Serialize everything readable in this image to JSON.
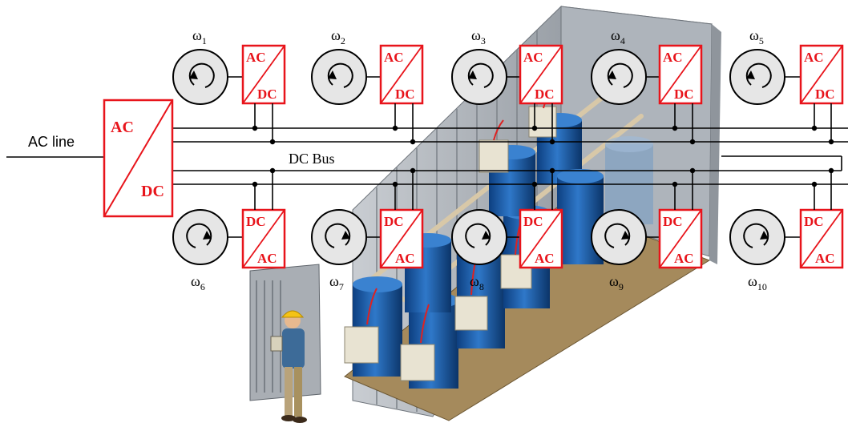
{
  "ac_line_label": "AC line",
  "dc_bus_label": "DC Bus",
  "main_converter": {
    "top": "AC",
    "bottom": "DC"
  },
  "colors": {
    "converter_red": "#e8141b",
    "wheel_fill": "#e6e6e6",
    "wire": "#000000",
    "container_blue": "#1f5fa8"
  },
  "top_units": [
    {
      "omega": "ω",
      "sub": "1",
      "conv_top": "AC",
      "conv_bottom": "DC"
    },
    {
      "omega": "ω",
      "sub": "2",
      "conv_top": "AC",
      "conv_bottom": "DC"
    },
    {
      "omega": "ω",
      "sub": "3",
      "conv_top": "AC",
      "conv_bottom": "DC"
    },
    {
      "omega": "ω",
      "sub": "4",
      "conv_top": "AC",
      "conv_bottom": "DC"
    },
    {
      "omega": "ω",
      "sub": "5",
      "conv_top": "AC",
      "conv_bottom": "DC"
    }
  ],
  "bottom_units": [
    {
      "omega": "ω",
      "sub": "6",
      "conv_top": "DC",
      "conv_bottom": "AC"
    },
    {
      "omega": "ω",
      "sub": "7",
      "conv_top": "DC",
      "conv_bottom": "AC"
    },
    {
      "omega": "ω",
      "sub": "8",
      "conv_top": "DC",
      "conv_bottom": "AC"
    },
    {
      "omega": "ω",
      "sub": "9",
      "conv_top": "DC",
      "conv_bottom": "AC"
    },
    {
      "omega": "ω",
      "sub": "10",
      "conv_top": "DC",
      "conv_bottom": "AC"
    }
  ]
}
